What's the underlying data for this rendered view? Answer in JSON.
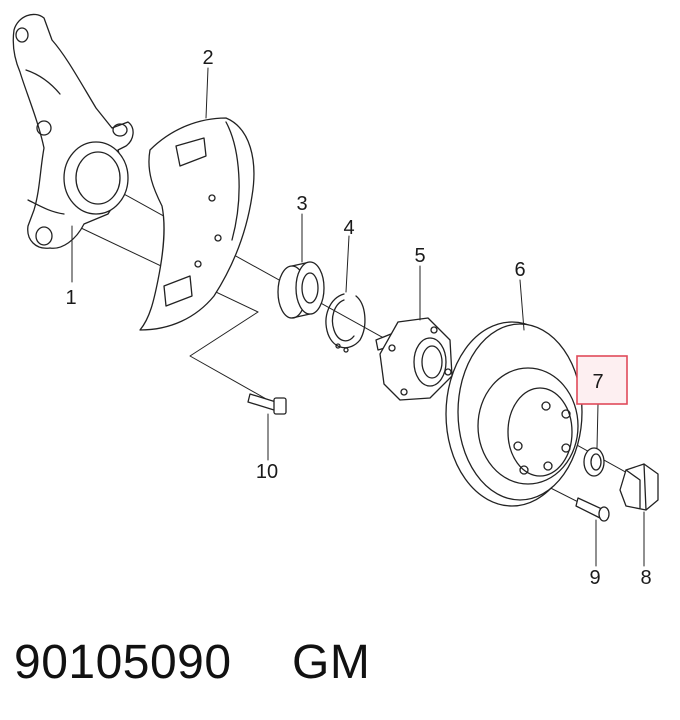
{
  "diagram": {
    "callouts": [
      {
        "id": "1",
        "label": "1"
      },
      {
        "id": "2",
        "label": "2"
      },
      {
        "id": "3",
        "label": "3"
      },
      {
        "id": "4",
        "label": "4"
      },
      {
        "id": "5",
        "label": "5"
      },
      {
        "id": "6",
        "label": "6"
      },
      {
        "id": "7",
        "label": "7",
        "highlighted": true
      },
      {
        "id": "8",
        "label": "8"
      },
      {
        "id": "9",
        "label": "9"
      },
      {
        "id": "10",
        "label": "10"
      }
    ],
    "highlight_color": "#e04a5a",
    "highlight_fill": "#fdeff1"
  },
  "footer": {
    "part_number": "90105090",
    "brand": "GM"
  }
}
